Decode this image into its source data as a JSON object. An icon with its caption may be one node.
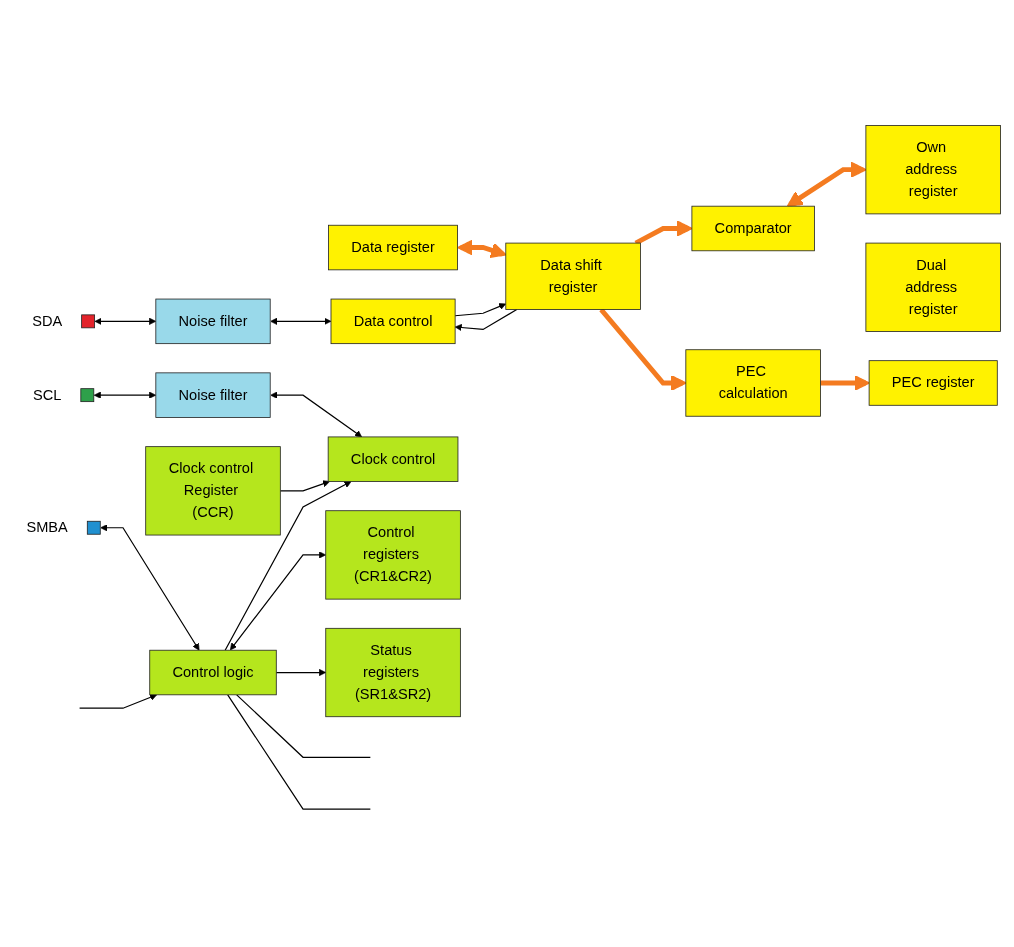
{
  "diagram": {
    "nodes": [
      {
        "text": [],
        "shape": "box",
        "beside": [
          "SDA"
        ]
      },
      {
        "text": [
          "Noise filter"
        ]
      },
      {
        "text": [
          "Data control"
        ]
      },
      {
        "text": [
          "Data register"
        ]
      },
      {
        "text": [
          "Data shift register"
        ]
      },
      {
        "text": [
          "Comparator"
        ]
      },
      {
        "text": [
          "PEC calculation"
        ]
      },
      {
        "text": [
          "Own address register"
        ]
      },
      {
        "text": [
          "Dual address register"
        ]
      },
      {
        "text": [
          "PEC register"
        ]
      },
      {
        "text": [],
        "shape": "box",
        "beside": [
          "SCL"
        ]
      },
      {
        "text": [
          "Noise filter"
        ]
      },
      {
        "text": [
          "Clock control"
        ]
      },
      {
        "text": [
          "Clock control Register (CCR)"
        ]
      },
      {
        "text": [
          "Control registers (CR1&CR2)"
        ]
      },
      {
        "text": [
          "Status registers (SR1&SR2)"
        ]
      },
      {
        "text": [
          "Control logic"
        ]
      },
      {
        "text": [],
        "shape": "box",
        "beside": [
          "SMBA"
        ]
      }
    ],
    "edges": [
      {
        "from": 0,
        "to": 1,
        "arrow": "both"
      },
      {
        "from": 1,
        "to": 2,
        "arrow": "both"
      },
      {
        "from": 3,
        "to": 4,
        "arrow": "both",
        "style": "thick",
        "color": "#f47b20"
      },
      {
        "from": 4,
        "to": 2,
        "arrow": "to"
      },
      {
        "from": 2,
        "to": 4,
        "arrow": "to"
      },
      {
        "from": 4,
        "to": 5,
        "arrow": "to",
        "style": "thick",
        "color": "#f47b20"
      },
      {
        "from": 4,
        "to": 6,
        "arrow": "to",
        "style": "thick",
        "color": "#f47b20"
      },
      {
        "from": 5,
        "to": 7,
        "arrow": "both",
        "style": "thick",
        "color": "#f47b20"
      },
      {
        "from": 6,
        "to": 9,
        "arrow": "to",
        "style": "thick",
        "color": "#f47b20"
      },
      {
        "from": 10,
        "to": 11,
        "arrow": "both"
      },
      {
        "from": 11,
        "to": 12,
        "arrow": "both"
      },
      {
        "from": 13,
        "to": 12,
        "arrow": "to"
      },
      {
        "from": 16,
        "to": 12,
        "arrow": "to"
      },
      {
        "from": 16,
        "to": 14,
        "arrow": "both"
      },
      {
        "from": 16,
        "to": 15,
        "arrow": "to"
      },
      {
        "from": 17,
        "to": 16,
        "arrow": "both"
      },
      {
        "from": 16,
        "to": null,
        "arrow": "none"
      },
      {
        "from": 16,
        "to": null,
        "arrow": "none"
      },
      {
        "from": null,
        "to": 16,
        "arrow": "to"
      }
    ]
  }
}
